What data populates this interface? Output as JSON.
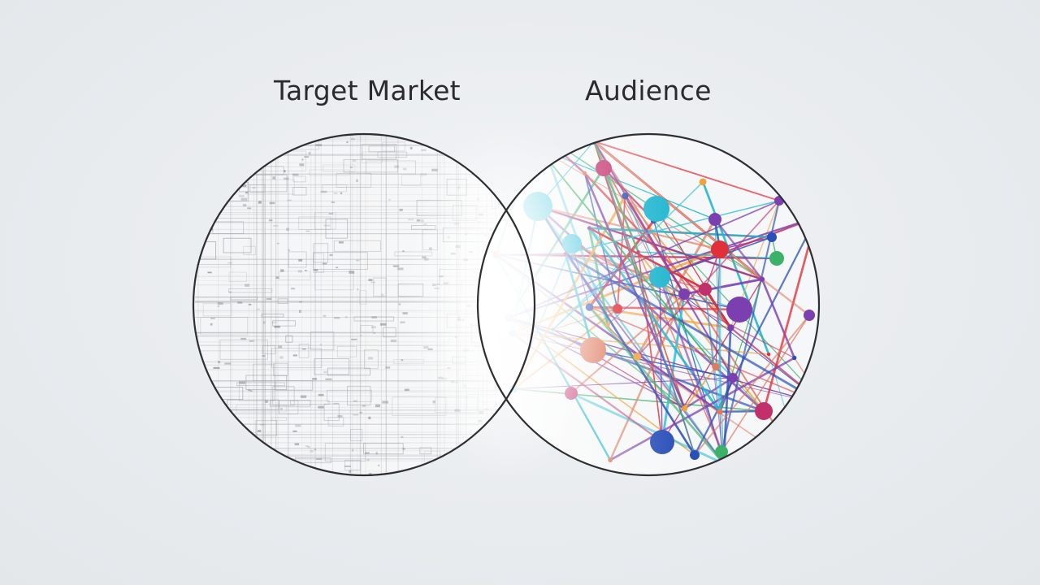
{
  "labels": {
    "left": "Target Market",
    "right": "Audience"
  },
  "colors": {
    "background": "#e9ecef",
    "outline": "#2f2f33",
    "text": "#2b2b2e",
    "network_palette": [
      "#1fb6cf",
      "#7b3fb0",
      "#e0303a",
      "#2a4fb8",
      "#e07a5f",
      "#3ab26a",
      "#c2306b",
      "#f0a33c",
      "#34c0d8"
    ]
  },
  "icons": {
    "left_circle_texture": "grid-document-texture",
    "right_circle_texture": "network-graph"
  }
}
